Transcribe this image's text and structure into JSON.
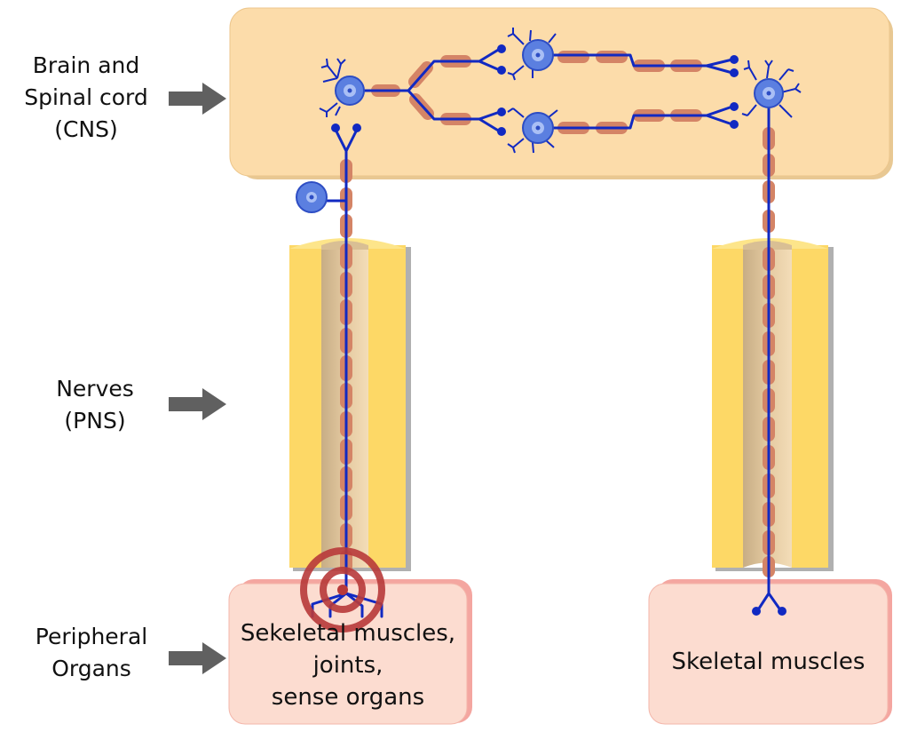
{
  "labels": {
    "cns": [
      "Brain and",
      "Spinal cord",
      "(CNS)"
    ],
    "pns": [
      "Nerves",
      "(PNS)"
    ],
    "peripheral": [
      "Peripheral",
      "Organs"
    ]
  },
  "organs": {
    "left": [
      "Sekeletal muscles,",
      "joints,",
      "sense organs"
    ],
    "right": [
      "Skeletal muscles"
    ]
  },
  "colors": {
    "cns_fill": "#fcdcaa",
    "nerve_fill": "#fdd866",
    "organ_fill": "#fcdcd0",
    "axon": "#1129c2",
    "myelin": "#d48466",
    "neuron_body": "#5b7fe0",
    "arrow": "#606060",
    "receptor_rings": "#b83a3a"
  }
}
